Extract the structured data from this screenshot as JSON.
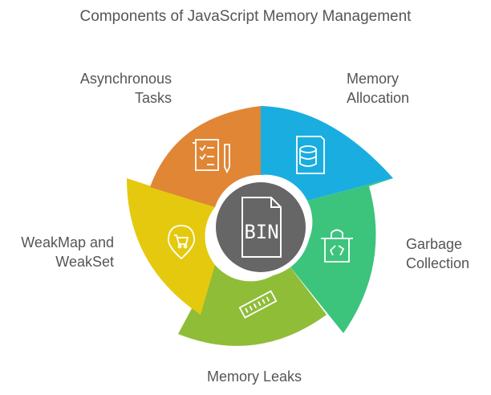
{
  "title": "Components of JavaScript Memory Management",
  "center": {
    "label": "BIN",
    "icon": "bin-file-icon",
    "color": "#666666"
  },
  "segments": [
    {
      "id": "memory-allocation",
      "label_line1": "Memory",
      "label_line2": "Allocation",
      "color": "#1aaee0",
      "icon": "database-icon"
    },
    {
      "id": "garbage-collection",
      "label_line1": "Garbage",
      "label_line2": "Collection",
      "color": "#3cc47c",
      "icon": "recycle-bin-icon"
    },
    {
      "id": "memory-leaks",
      "label_line1": "Memory Leaks",
      "label_line2": "",
      "color": "#8fbd38",
      "icon": "memory-chip-icon"
    },
    {
      "id": "weakmap-weakset",
      "label_line1": "WeakMap and",
      "label_line2": "WeakSet",
      "color": "#e5c90e",
      "icon": "cart-pin-icon"
    },
    {
      "id": "asynchronous-tasks",
      "label_line1": "Asynchronous",
      "label_line2": "Tasks",
      "color": "#e08635",
      "icon": "checklist-icon"
    }
  ]
}
